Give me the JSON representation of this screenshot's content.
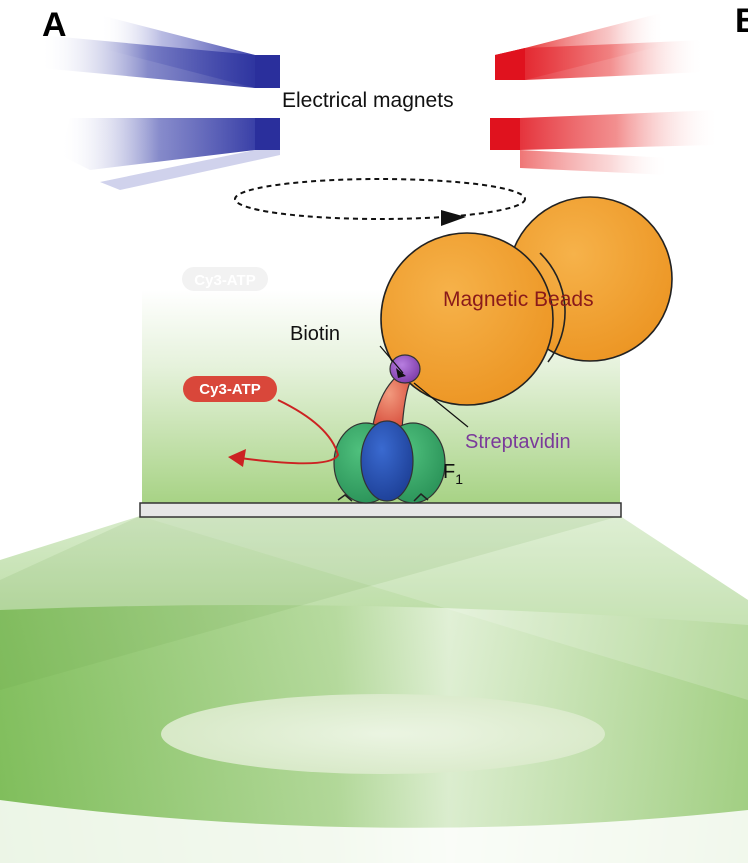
{
  "panel_labels": {
    "a": "A",
    "b_partial": "B"
  },
  "labels": {
    "magnets": "Electrical magnets",
    "beads": "Magnetic Beads",
    "biotin": "Biotin",
    "streptavidin": "Streptavidin",
    "f1_main": "F",
    "f1_sub": "1",
    "cy3_faded": "Cy3-ATP",
    "cy3_bound": "Cy3-ATP"
  },
  "colors": {
    "magnet_left": "#2b2f9e",
    "magnet_right": "#e0202a",
    "bead": "#f0a030",
    "bead_text": "#8a1a1a",
    "streptavidin": "#7a3a9a",
    "cy3": "#d84a3c",
    "f1_green": "#3aa870",
    "f1_blue": "#2c56b0",
    "stalk": "#e0705a",
    "field_green": "#7fbf5a",
    "arrow_red": "#cc2222"
  }
}
